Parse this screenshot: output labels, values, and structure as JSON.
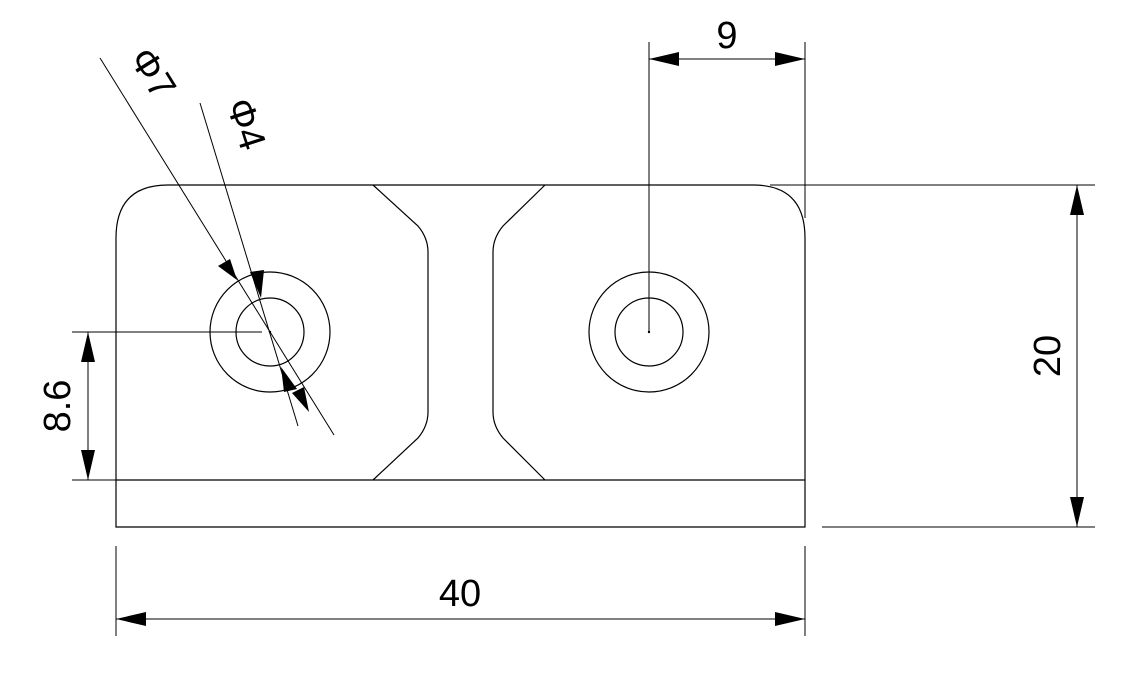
{
  "drawing": {
    "dimensions": {
      "width": "40",
      "height": "20",
      "hole_offset_x": "9",
      "hole_offset_y": "8.6",
      "counterbore_diameter": "Φ7",
      "hole_diameter": "Φ4"
    }
  }
}
